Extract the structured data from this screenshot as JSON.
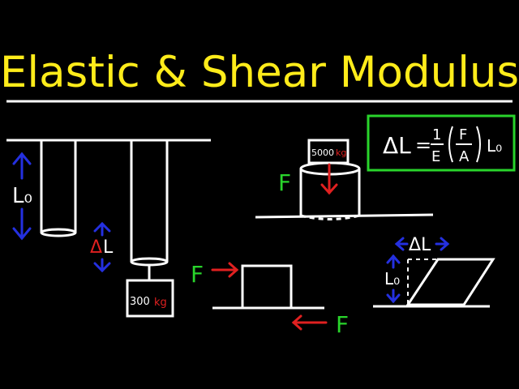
{
  "title": "Elastic & Shear Modulus",
  "formula": {
    "delta_l": "ΔL",
    "equals": "=",
    "one": "1",
    "e": "E",
    "f": "F",
    "a": "A",
    "l0": "L₀"
  },
  "labels": {
    "l0_left": "L₀",
    "delta_l_mid": "ΔL",
    "mass_300": "300",
    "mass_300_unit": "kg",
    "mass_5000": "5000",
    "mass_5000_unit": "kg",
    "force_cylinder": "F",
    "force_block_left": "F",
    "force_block_right": "F",
    "delta_l_shear": "ΔL",
    "l0_shear": "L₀"
  },
  "colors": {
    "background": "#000000",
    "title": "#ffec1a",
    "formula_box": "#29d42b",
    "force": "#29d42b",
    "arrow_blue": "#2430e0",
    "arrow_red": "#e02020",
    "ink": "#ffffff"
  }
}
